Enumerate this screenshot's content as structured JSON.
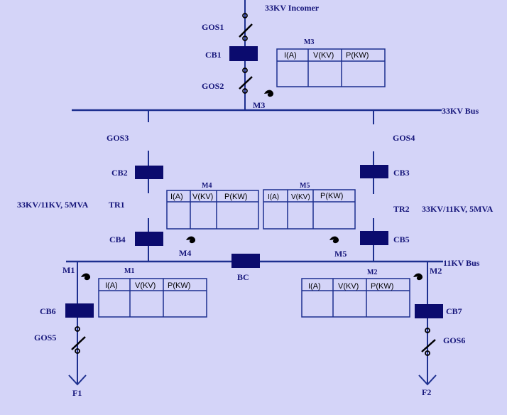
{
  "buses": {
    "incomer": "33KV Incomer",
    "bus33": "33KV Bus",
    "bus11": "11KV Bus"
  },
  "switches": {
    "gos1": "GOS1",
    "gos2": "GOS2",
    "gos3": "GOS3",
    "gos4": "GOS4",
    "gos5": "GOS5",
    "gos6": "GOS6"
  },
  "breakers": {
    "cb1": "CB1",
    "cb2": "CB2",
    "cb3": "CB3",
    "cb4": "CB4",
    "cb5": "CB5",
    "cb6": "CB6",
    "cb7": "CB7",
    "bc": "BC"
  },
  "transformers": {
    "tr1": "TR1",
    "tr1_rating": "33KV/11KV, 5MVA",
    "tr2": "TR2",
    "tr2_rating": "33KV/11KV, 5MVA"
  },
  "feeders": {
    "f1": "F1",
    "f2": "F2"
  },
  "meter_headers": {
    "current": "I(A)",
    "voltage": "V(KV)",
    "power": "P(KW)"
  },
  "meters": {
    "m1_box": "M1",
    "m1_point": "M1",
    "m2_box": "M2",
    "m2_point": "M2",
    "m3_box": "M3",
    "m3_point": "M3",
    "m4_box": "M4",
    "m4_point": "M4",
    "m5_box": "M5",
    "m5_point": "M5"
  },
  "colors": {
    "background": "#d4d4f8",
    "line": "#1d2f8f",
    "breaker": "#0b0b6e",
    "label": "#15157a",
    "probe": "#b01010"
  }
}
